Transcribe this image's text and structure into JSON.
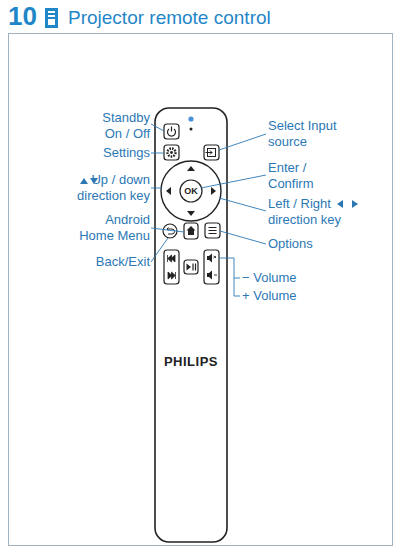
{
  "diagram": {
    "title": "Projector remote control",
    "labels": [
      "10",
      "Standby On / Off",
      "Settings",
      "Up / down direction key",
      "Android Home Menu",
      "Back/Exit",
      "Select Input source",
      "Enter / Confirm",
      "Left / Right direction key",
      "Options",
      "− Volume",
      "+ Volume",
      "OK",
      "PHILIPS"
    ]
  }
}
